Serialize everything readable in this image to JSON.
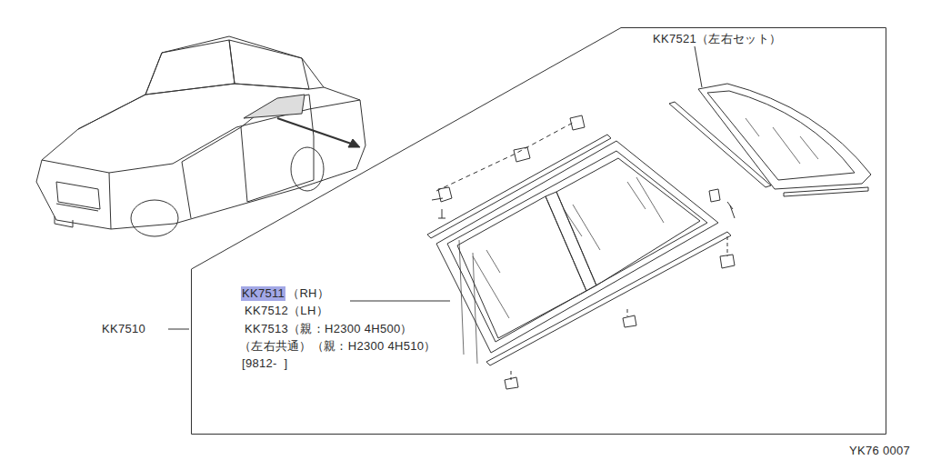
{
  "diagram": {
    "nodes": [
      {
        "text": [
          "KK7521（左右セット）",
          "KK7511",
          "（RH）",
          "KK7512（LH）",
          "KK7513（親：H2300 4H500）",
          "（左右共通）（親：H2300 4H510）",
          "[9812-  ]"
        ]
      }
    ],
    "labels": [
      "KK7510",
      "YK76 0007"
    ]
  }
}
